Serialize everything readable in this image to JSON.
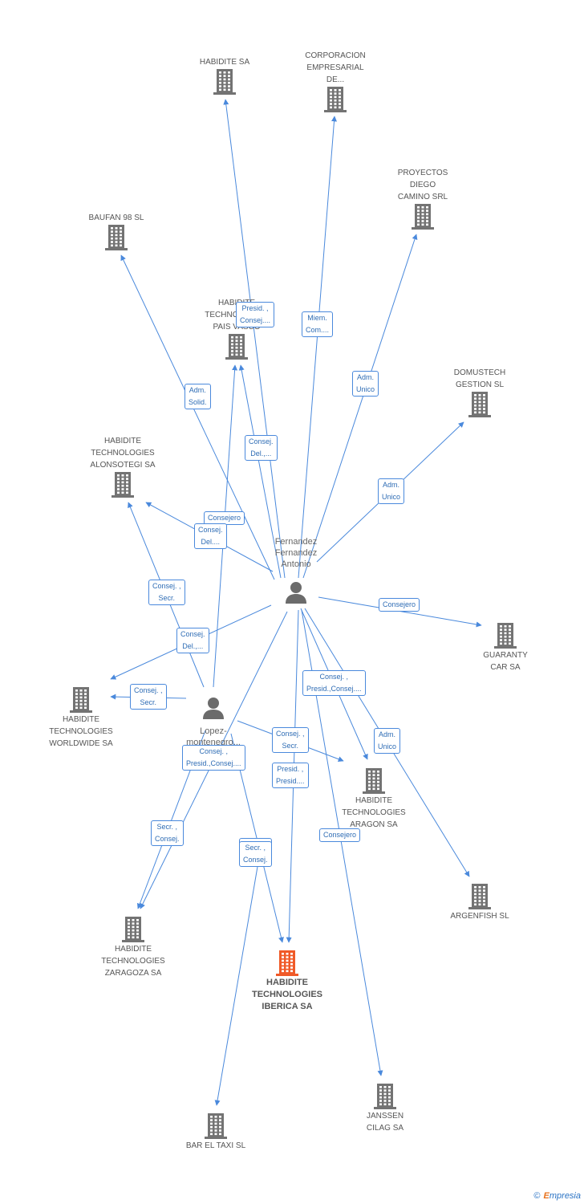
{
  "colors": {
    "edge": "#4a89dc",
    "building": "#737373",
    "focus": "#f05a28",
    "person": "#6b6b6b"
  },
  "companies": [
    {
      "id": "habidite_sa",
      "label": "HABIDITE SA",
      "label_pos": "above"
    },
    {
      "id": "corporacion",
      "label": "CORPORACION\nEMPRESARIAL\nDE...",
      "label_pos": "above"
    },
    {
      "id": "proyectos",
      "label": "PROYECTOS\nDIEGO\nCAMINO SRL",
      "label_pos": "above"
    },
    {
      "id": "baufan",
      "label": "BAUFAN 98 SL",
      "label_pos": "above"
    },
    {
      "id": "pais_vasco",
      "label": "HABIDITE\nTECHNOLOGIES\nPAIS VASCO",
      "label_pos": "above"
    },
    {
      "id": "domustech",
      "label": "DOMUSTECH\nGESTION SL",
      "label_pos": "above"
    },
    {
      "id": "alonsotegi",
      "label": "HABIDITE\nTECHNOLOGIES\nALONSOTEGI SA",
      "label_pos": "above"
    },
    {
      "id": "guaranty",
      "label": "GUARANTY\nCAR SA",
      "label_pos": "below"
    },
    {
      "id": "worldwide",
      "label": "HABIDITE\nTECHNOLOGIES\nWORLDWIDE SA",
      "label_pos": "below"
    },
    {
      "id": "aragon",
      "label": "HABIDITE\nTECHNOLOGIES\nARAGON SA",
      "label_pos": "below"
    },
    {
      "id": "argenfish",
      "label": "ARGENFISH SL",
      "label_pos": "below"
    },
    {
      "id": "zaragoza",
      "label": "HABIDITE\nTECHNOLOGIES\nZARAGOZA SA",
      "label_pos": "below"
    },
    {
      "id": "iberica",
      "label": "HABIDITE\nTECHNOLOGIES\nIBERICA SA",
      "label_pos": "below",
      "focus": true
    },
    {
      "id": "janssen",
      "label": "JANSSEN\nCILAG SA",
      "label_pos": "below"
    },
    {
      "id": "bar_taxi",
      "label": "BAR EL TAXI SL",
      "label_pos": "below"
    }
  ],
  "persons": [
    {
      "id": "fernandez",
      "label": "Fernandez\nFernandez\nAntonio"
    },
    {
      "id": "lopez",
      "label": "Lopez-\nmontenegro..."
    }
  ],
  "relations": [
    {
      "from": "fernandez",
      "to": "habidite_sa",
      "badge": "Presid. ,\nConsej...."
    },
    {
      "from": "fernandez",
      "to": "corporacion",
      "badge": "Miem.\nCom...."
    },
    {
      "from": "fernandez",
      "to": "proyectos",
      "badge": "Adm.\nUnico"
    },
    {
      "from": "fernandez",
      "to": "baufan",
      "badge": "Adm.\nSolid."
    },
    {
      "from": "fernandez",
      "to": "pais_vasco",
      "badge": "Consej.\nDel.,..."
    },
    {
      "from": "fernandez",
      "to": "domustech",
      "badge": "Adm.\nUnico"
    },
    {
      "from": "fernandez",
      "to": "alonsotegi",
      "badge": "Consejero"
    },
    {
      "from": "fernandez",
      "to": "guaranty",
      "badge": "Consejero"
    },
    {
      "from": "fernandez",
      "to": "worldwide",
      "badge": "Consej.\nDel.,..."
    },
    {
      "from": "fernandez",
      "to": "aragon",
      "badge": "Consej. ,\nPresid.,Consej...."
    },
    {
      "from": "fernandez",
      "to": "argenfish",
      "badge": "Adm.\nUnico"
    },
    {
      "from": "fernandez",
      "to": "iberica",
      "badge": "Presid. ,\nPresid...."
    },
    {
      "from": "fernandez",
      "to": "janssen",
      "badge": "Consejero"
    },
    {
      "from": "fernandez",
      "to": "zaragoza",
      "badge": "Consej. ,\nPresid.,Consej...."
    },
    {
      "from": "lopez",
      "to": "pais_vasco",
      "badge": "Consej.\nDel...."
    },
    {
      "from": "lopez",
      "to": "alonsotegi",
      "badge": "Consej. ,\nSecr."
    },
    {
      "from": "lopez",
      "to": "worldwide",
      "badge": "Consej. ,\nSecr."
    },
    {
      "from": "lopez",
      "to": "aragon",
      "badge": "Consej. ,\nSecr."
    },
    {
      "from": "lopez",
      "to": "zaragoza",
      "badge": "Secr. ,\nConsej."
    },
    {
      "from": "lopez",
      "to": "iberica",
      "badge": "Secr. ,\nConsej."
    },
    {
      "from": "lopez",
      "to": "bar_taxi",
      "badge": "Secr. ,\nConsej."
    }
  ],
  "watermark": {
    "copyright": "©",
    "brand_e": "E",
    "brand_rest": "mpresia"
  }
}
